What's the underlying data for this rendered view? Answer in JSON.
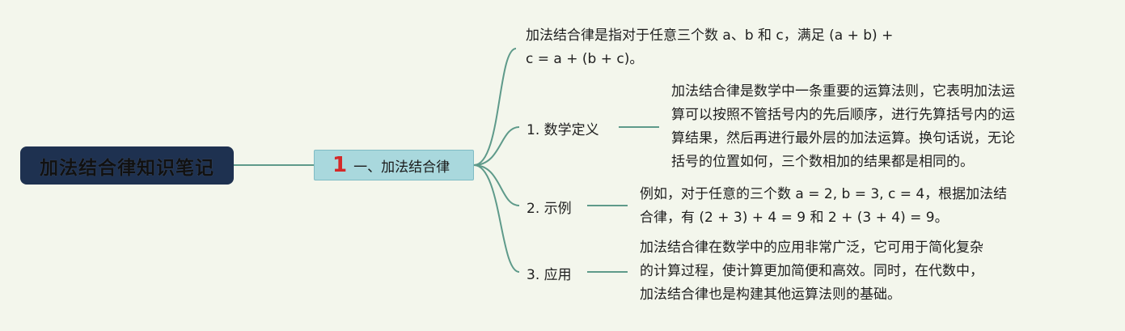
{
  "root": {
    "title": "加法结合律知识笔记"
  },
  "branch": {
    "number": "1",
    "title": "一、加法结合律"
  },
  "definition_text": {
    "line1": "加法结合律是指对于任意三个数 a、b 和 c，满足 (a + b) +",
    "line2": "c = a + (b + c)。"
  },
  "items": [
    {
      "label": "1. 数学定义",
      "lines": [
        "加法结合律是数学中一条重要的运算法则，它表明加法运",
        "算可以按照不管括号内的先后顺序，进行先算括号内的运",
        "算结果，然后再进行最外层的加法运算。换句话说，无论",
        "括号的位置如何，三个数相加的结果都是相同的。"
      ]
    },
    {
      "label": "2. 示例",
      "lines": [
        "例如，对于任意的三个数 a = 2, b = 3, c = 4，根据加法结",
        "合律，有 (2 + 3) + 4 = 9 和 2 + (3 + 4) = 9。"
      ]
    },
    {
      "label": "3. 应用",
      "lines": [
        "加法结合律在数学中的应用非常广泛，它可用于简化复杂",
        "的计算过程，使计算更加简便和高效。同时，在代数中，",
        "加法结合律也是构建其他运算法则的基础。"
      ]
    }
  ],
  "colors": {
    "background": "#f3f6ec",
    "root_fill": "#1e3150",
    "branch_fill": "#a9d8dd",
    "line": "#5e9a8a",
    "number": "#d42828"
  }
}
